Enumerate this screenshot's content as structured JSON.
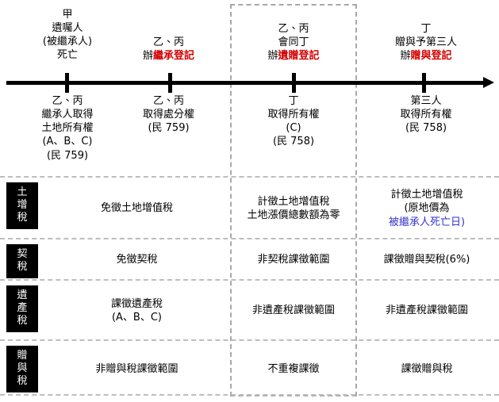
{
  "colors": {
    "accent_red": "#d40000",
    "accent_blue": "#3333cc",
    "label_bg": "#000000",
    "dash_gray": "#bdbdbd",
    "focus_dash": "#a8a8a8"
  },
  "timeline": {
    "events": [
      {
        "id": "death",
        "above": [
          "甲",
          "遺囑人",
          "(被繼承人)",
          "死亡"
        ],
        "above_red": [],
        "below": [
          "乙、丙",
          "繼承人取得",
          "土地所有權",
          "(A、B、C)",
          "(民 759)"
        ]
      },
      {
        "id": "inheritance-registration",
        "above": [
          "乙、丙"
        ],
        "above_prefix": "辦",
        "above_red": [
          "繼承登記"
        ],
        "below": [
          "乙、丙",
          "取得處分權",
          "(民 759)"
        ]
      },
      {
        "id": "bequest-registration",
        "above": [
          "乙、丙",
          "會同丁"
        ],
        "above_prefix": "辦",
        "above_red": [
          "遺贈登記"
        ],
        "below": [
          "丁",
          "取得所有權",
          "(C)",
          "(民 758)"
        ]
      },
      {
        "id": "gift-registration",
        "above": [
          "丁",
          "贈與予第三人"
        ],
        "above_prefix": "辦",
        "above_red": [
          "贈與登記"
        ],
        "below": [
          "第三人",
          "取得所有權",
          "(民 758)"
        ]
      }
    ]
  },
  "table": {
    "rows": [
      {
        "label": [
          "土",
          "增",
          "稅"
        ],
        "label_name": "land-value-increment-tax",
        "cells": [
          {
            "lines": [
              "免徵土地增值稅"
            ]
          },
          {
            "lines": [
              "計徵土地增值稅",
              "土地漲價總數額為零"
            ]
          },
          {
            "lines": [
              "計徵土地增值稅",
              "(原地價為"
            ],
            "blue_line": "被繼承人死亡日)"
          }
        ]
      },
      {
        "label": [
          "契",
          "稅"
        ],
        "label_name": "deed-tax",
        "cells": [
          {
            "lines": [
              "免徵契稅"
            ]
          },
          {
            "lines": [
              "非契稅課徵範圍"
            ]
          },
          {
            "lines": [
              "課徵贈與契稅(6%)"
            ]
          }
        ]
      },
      {
        "label": [
          "遺",
          "產",
          "稅"
        ],
        "label_name": "estate-tax",
        "cells": [
          {
            "lines": [
              "課徵遺產稅",
              "(A、B、C)"
            ]
          },
          {
            "lines": [
              "非遺產稅課徵範圍"
            ]
          },
          {
            "lines": [
              "非遺產稅課徵範圍"
            ]
          }
        ]
      },
      {
        "label": [
          "贈",
          "與",
          "稅"
        ],
        "label_name": "gift-tax",
        "cells": [
          {
            "lines": [
              "非贈與稅課徵範圍"
            ]
          },
          {
            "lines": [
              "不重複課徵"
            ]
          },
          {
            "lines": [
              "課徵贈與稅"
            ]
          }
        ]
      }
    ]
  }
}
